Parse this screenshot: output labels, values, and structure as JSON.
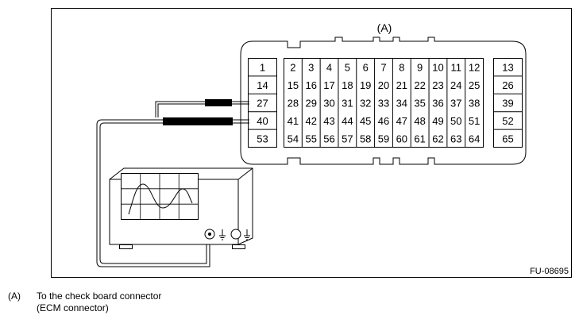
{
  "diagram": {
    "connector_label": "(A)",
    "figure_id": "FU-08695",
    "pins": {
      "row1": [
        "1",
        "2",
        "3",
        "4",
        "5",
        "6",
        "7",
        "8",
        "9",
        "10",
        "11",
        "12",
        "13"
      ],
      "row2": [
        "14",
        "15",
        "16",
        "17",
        "18",
        "19",
        "20",
        "21",
        "22",
        "23",
        "24",
        "25",
        "26"
      ],
      "row3": [
        "27",
        "28",
        "29",
        "30",
        "31",
        "32",
        "33",
        "34",
        "35",
        "36",
        "37",
        "38",
        "39"
      ],
      "row4": [
        "40",
        "41",
        "42",
        "43",
        "44",
        "45",
        "46",
        "47",
        "48",
        "49",
        "50",
        "51",
        "52"
      ],
      "row5": [
        "53",
        "54",
        "55",
        "56",
        "57",
        "58",
        "59",
        "60",
        "61",
        "62",
        "63",
        "64",
        "65"
      ]
    }
  },
  "legend": [
    {
      "key": "(A)",
      "line1": "To the check board connector",
      "line2": "(ECM connector)"
    }
  ]
}
